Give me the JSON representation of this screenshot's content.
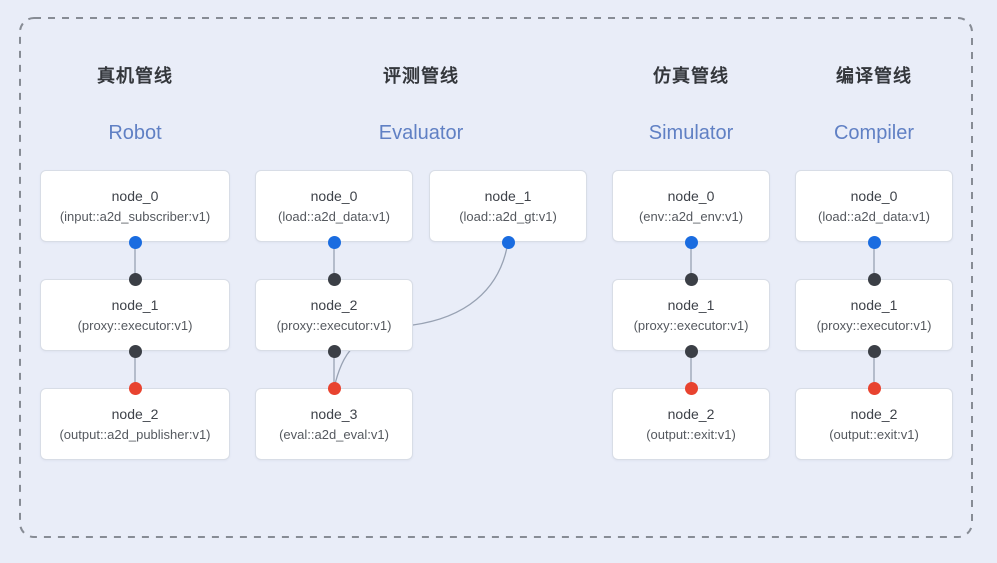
{
  "diagram": {
    "type": "pipeline-node-graph",
    "frame_style": "dashed-rounded-rect"
  },
  "colors": {
    "bg": "#e9edf8",
    "box-bg": "#ffffff",
    "box-border": "#d8dde6",
    "text-node": "#3e4249",
    "text-detail": "#55595f",
    "title-zh": "#34373c",
    "title-en": "#6080c4",
    "wire": "#98a2b3",
    "dashed": "#878c95",
    "dot-blue": "#1a6ce0",
    "dot-black": "#3b3f46",
    "dot-red": "#e8432f"
  },
  "pipelines": [
    {
      "title_zh": "真机管线",
      "title_en": "Robot",
      "nodes": [
        {
          "name": "node_0",
          "detail": "(input::a2d_subscriber:v1)"
        },
        {
          "name": "node_1",
          "detail": "(proxy::executor:v1)"
        },
        {
          "name": "node_2",
          "detail": "(output::a2d_publisher:v1)"
        }
      ]
    },
    {
      "title_zh": "评测管线",
      "title_en": "Evaluator",
      "nodes": [
        {
          "name": "node_0",
          "detail": "(load::a2d_data:v1)"
        },
        {
          "name": "node_1",
          "detail": "(load::a2d_gt:v1)"
        },
        {
          "name": "node_2",
          "detail": "(proxy::executor:v1)"
        },
        {
          "name": "node_3",
          "detail": "(eval::a2d_eval:v1)"
        }
      ]
    },
    {
      "title_zh": "仿真管线",
      "title_en": "Simulator",
      "nodes": [
        {
          "name": "node_0",
          "detail": "(env::a2d_env:v1)"
        },
        {
          "name": "node_1",
          "detail": "(proxy::executor:v1)"
        },
        {
          "name": "node_2",
          "detail": "(output::exit:v1)"
        }
      ]
    },
    {
      "title_zh": "编译管线",
      "title_en": "Compiler",
      "nodes": [
        {
          "name": "node_0",
          "detail": "(load::a2d_data:v1)"
        },
        {
          "name": "node_1",
          "detail": "(proxy::executor:v1)"
        },
        {
          "name": "node_2",
          "detail": "(output::exit:v1)"
        }
      ]
    }
  ]
}
